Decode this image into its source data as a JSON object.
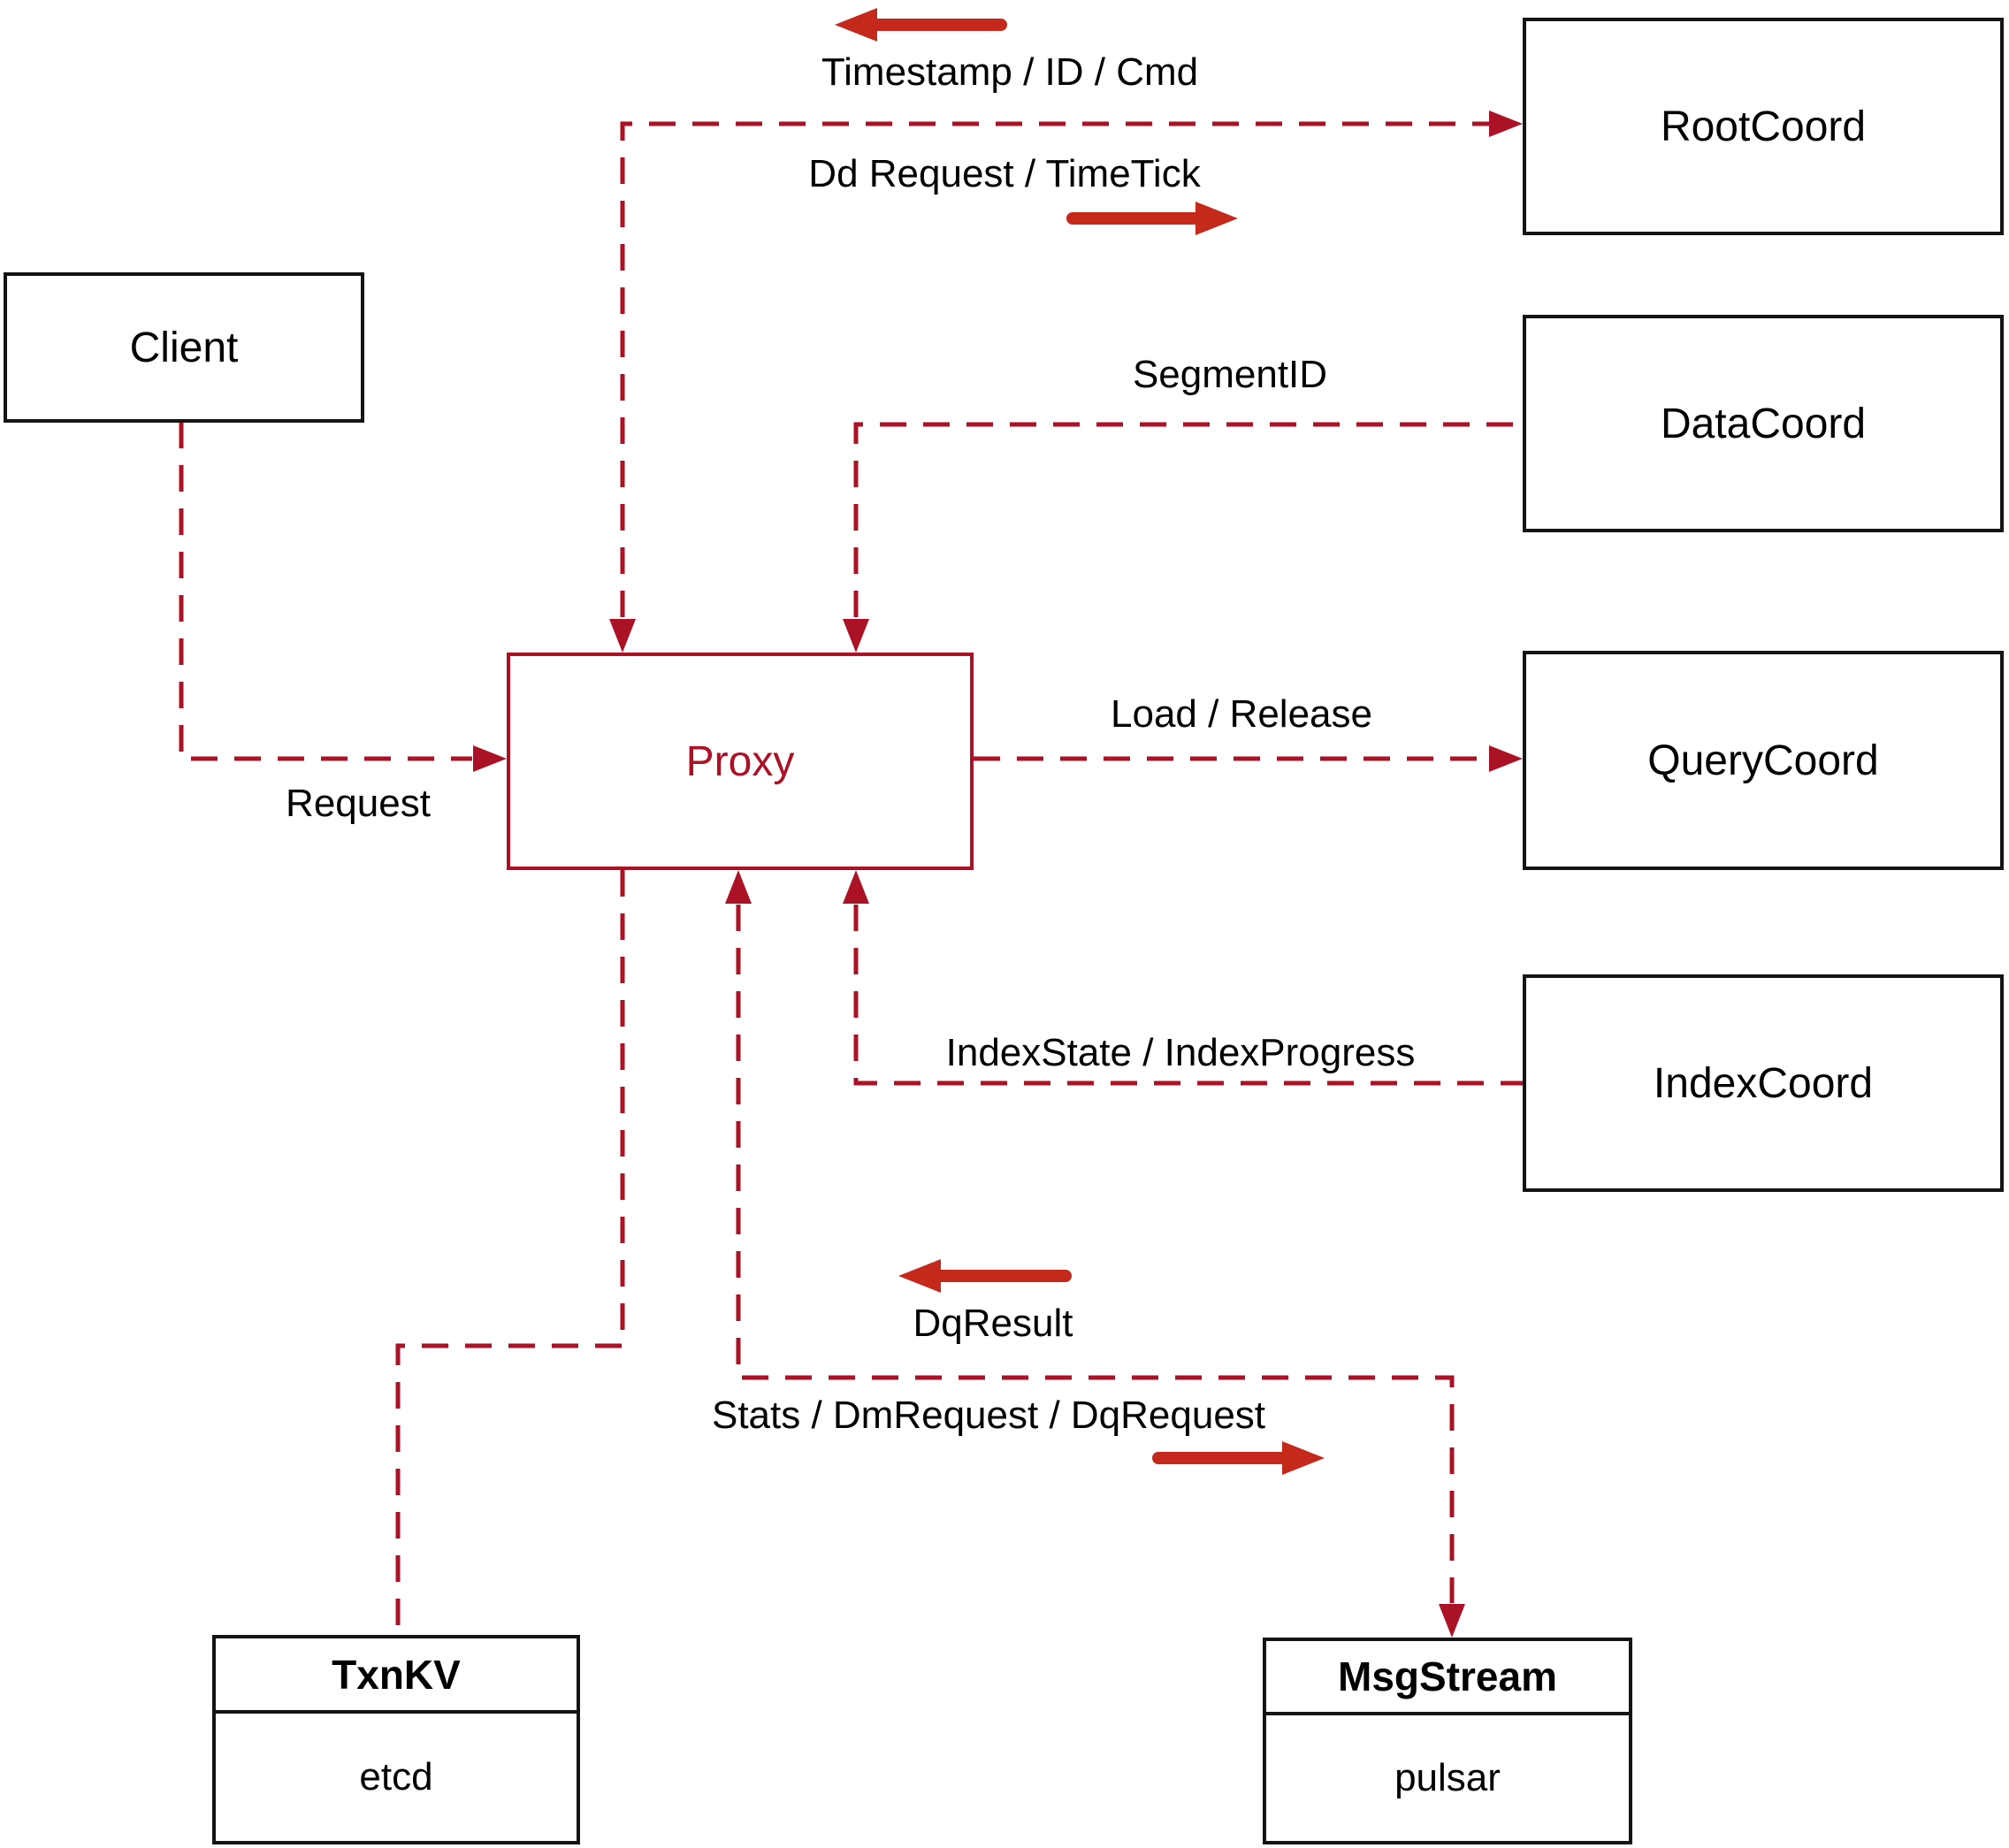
{
  "colors": {
    "connector_crimson": "#ab1226",
    "arrow_red": "#c5291b",
    "node_border": "#141414",
    "background": "#ffffff"
  },
  "nodes": {
    "client": {
      "label": "Client"
    },
    "proxy": {
      "label": "Proxy"
    },
    "root_coord": {
      "label": "RootCoord"
    },
    "data_coord": {
      "label": "DataCoord"
    },
    "query_coord": {
      "label": "QueryCoord"
    },
    "index_coord": {
      "label": "IndexCoord"
    },
    "txn_kv": {
      "title": "TxnKV",
      "subtitle": "etcd"
    },
    "msg_stream": {
      "title": "MsgStream",
      "subtitle": "pulsar"
    }
  },
  "edge_labels": {
    "timestamp": "Timestamp / ID / Cmd",
    "dd_request": "Dd Request / TimeTick",
    "segment_id": "SegmentID",
    "load_release": "Load / Release",
    "request": "Request",
    "index_state": "IndexState / IndexProgress",
    "dq_result": "DqResult",
    "stats": "Stats / DmRequest / DqRequest"
  },
  "edges": [
    {
      "from": "client",
      "to": "proxy",
      "labels": [
        "request"
      ],
      "style": "dashed",
      "arrow_into": [
        "proxy"
      ]
    },
    {
      "from": "proxy",
      "to": "root_coord",
      "labels": [
        "timestamp",
        "dd_request"
      ],
      "style": "dashed",
      "arrow_into": [
        "root_coord",
        "proxy"
      ]
    },
    {
      "from": "data_coord",
      "to": "proxy",
      "labels": [
        "segment_id"
      ],
      "style": "dashed",
      "arrow_into": [
        "proxy"
      ]
    },
    {
      "from": "proxy",
      "to": "query_coord",
      "labels": [
        "load_release"
      ],
      "style": "dashed",
      "arrow_into": [
        "query_coord"
      ]
    },
    {
      "from": "index_coord",
      "to": "proxy",
      "labels": [
        "index_state"
      ],
      "style": "dashed",
      "arrow_into": [
        "proxy"
      ]
    },
    {
      "from": "proxy",
      "to": "msg_stream",
      "labels": [
        "dq_result",
        "stats"
      ],
      "style": "dashed",
      "arrow_into": [
        "msg_stream",
        "proxy"
      ]
    },
    {
      "from": "proxy",
      "to": "txn_kv",
      "labels": [],
      "style": "dashed",
      "arrow_into": []
    }
  ]
}
